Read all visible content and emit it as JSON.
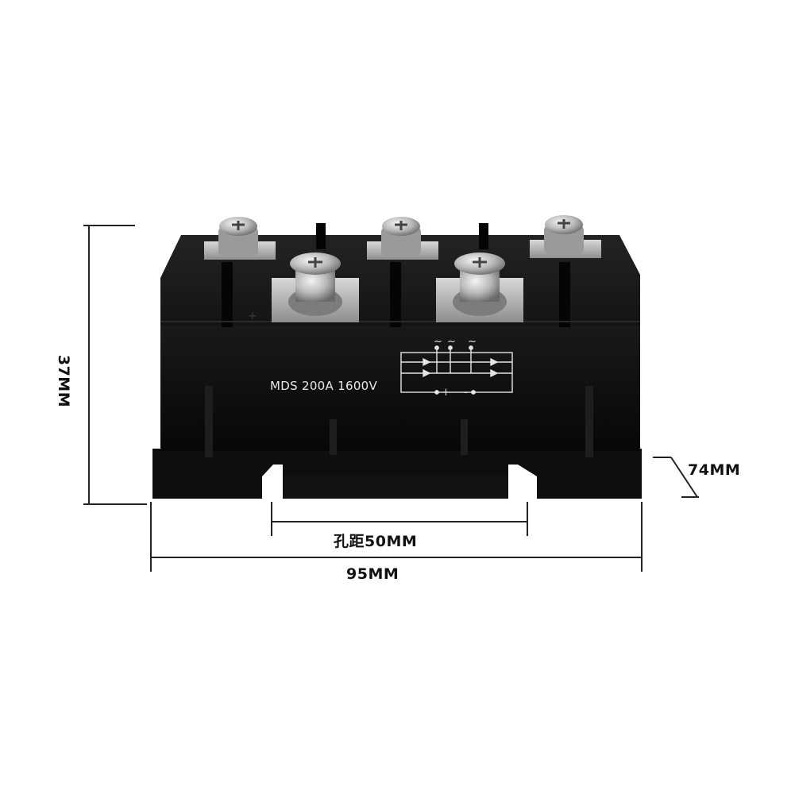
{
  "product": {
    "label": "MDS  200A 1600V",
    "body_color": "#0d0d0d",
    "terminal_color": "#c9c9c9",
    "schematic_symbols": {
      "ac": "~",
      "plus": "+",
      "minus": "-"
    }
  },
  "dimensions": {
    "height": "37MM",
    "depth": "74MM",
    "hole_spacing": "孔距50MM",
    "width": "95MM"
  }
}
